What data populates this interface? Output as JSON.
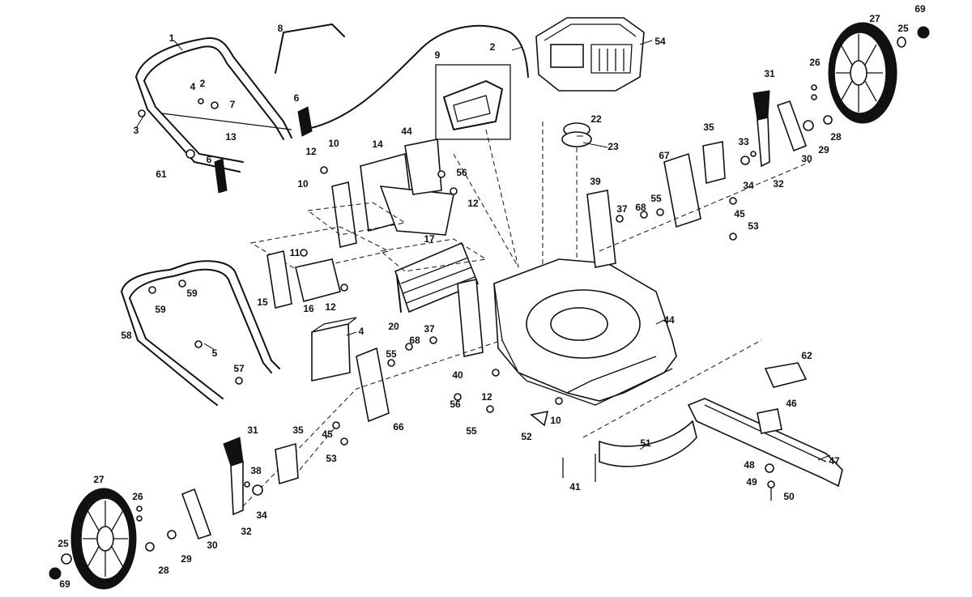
{
  "callouts": [
    {
      "label": "1"
    },
    {
      "label": "2"
    },
    {
      "label": "3"
    },
    {
      "label": "4"
    },
    {
      "label": "5"
    },
    {
      "label": "6"
    },
    {
      "label": "7"
    },
    {
      "label": "8"
    },
    {
      "label": "9"
    },
    {
      "label": "10"
    },
    {
      "label": "11"
    },
    {
      "label": "12"
    },
    {
      "label": "13"
    },
    {
      "label": "14"
    },
    {
      "label": "15"
    },
    {
      "label": "16"
    },
    {
      "label": "17"
    },
    {
      "label": "20"
    },
    {
      "label": "22"
    },
    {
      "label": "23"
    },
    {
      "label": "25"
    },
    {
      "label": "26"
    },
    {
      "label": "27"
    },
    {
      "label": "28"
    },
    {
      "label": "29"
    },
    {
      "label": "30"
    },
    {
      "label": "31"
    },
    {
      "label": "32"
    },
    {
      "label": "33"
    },
    {
      "label": "34"
    },
    {
      "label": "35"
    },
    {
      "label": "37"
    },
    {
      "label": "38"
    },
    {
      "label": "39"
    },
    {
      "label": "40"
    },
    {
      "label": "41"
    },
    {
      "label": "44"
    },
    {
      "label": "45"
    },
    {
      "label": "46"
    },
    {
      "label": "47"
    },
    {
      "label": "48"
    },
    {
      "label": "49"
    },
    {
      "label": "50"
    },
    {
      "label": "51"
    },
    {
      "label": "52"
    },
    {
      "label": "53"
    },
    {
      "label": "54"
    },
    {
      "label": "55"
    },
    {
      "label": "56"
    },
    {
      "label": "57"
    },
    {
      "label": "58"
    },
    {
      "label": "59"
    },
    {
      "label": "61"
    },
    {
      "label": "62"
    },
    {
      "label": "66"
    },
    {
      "label": "67"
    },
    {
      "label": "68"
    },
    {
      "label": "69"
    }
  ]
}
